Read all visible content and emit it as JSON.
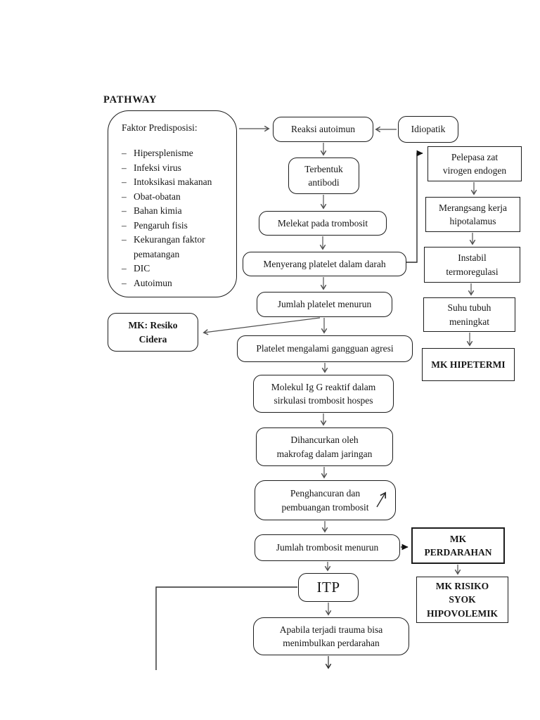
{
  "page": {
    "title": "PATHWAY"
  },
  "predisposition": {
    "title": "Faktor Predisposisi:",
    "items": [
      "Hipersplenisme",
      "Infeksi virus",
      "Intoksikasi makanan",
      "Obat-obatan",
      "Bahan kimia",
      "Pengaruh fisis",
      "Kekurangan faktor pematangan",
      "DIC",
      "Autoimun"
    ]
  },
  "nodes": {
    "reaksi_autoimun": {
      "label": "Reaksi autoimun"
    },
    "idiopatik": {
      "label": "Idiopatik"
    },
    "terbentuk_antibodi": {
      "lines": [
        "Terbentuk",
        "antibodi"
      ]
    },
    "melekat_trombosit": {
      "label": "Melekat pada trombosit"
    },
    "menyerang_platelet": {
      "label": "Menyerang platelet dalam darah"
    },
    "jumlah_platelet_menurun": {
      "label": "Jumlah platelet menurun"
    },
    "mk_resiko_cidera": {
      "lines": [
        "MK: Resiko",
        "Cidera"
      ]
    },
    "platelet_gangguan_agresi": {
      "label": "Platelet mengalami gangguan agresi"
    },
    "molekul_igg": {
      "lines": [
        "Molekul Ig G reaktif dalam",
        "sirkulasi trombosit hospes"
      ]
    },
    "dihancurkan_makrofag": {
      "lines": [
        "Dihancurkan oleh",
        "makrofag dalam jaringan"
      ]
    },
    "penghancuran_pembuangan": {
      "lines": [
        "Penghancuran dan",
        "pembuangan trombosit"
      ]
    },
    "jumlah_trombosit_menurun": {
      "label": "Jumlah trombosit menurun"
    },
    "itp": {
      "label": "ITP"
    },
    "apabila_trauma": {
      "lines": [
        "Apabila terjadi trauma bisa",
        "menimbulkan perdarahan"
      ]
    },
    "pelepasa_zat": {
      "lines": [
        "Pelepasa zat",
        "virogen endogen"
      ]
    },
    "merangsang_hipotalamus": {
      "lines": [
        "Merangsang kerja",
        "hipotalamus"
      ]
    },
    "instabil_termoregulasi": {
      "lines": [
        "Instabil",
        "termoregulasi"
      ]
    },
    "suhu_tubuh": {
      "lines": [
        "Suhu tubuh",
        "meningkat"
      ]
    },
    "mk_hipetermi": {
      "label": "MK HIPETERMI"
    },
    "mk_perdarahan": {
      "lines": [
        "MK",
        "PERDARAHAN"
      ]
    },
    "mk_risiko_syok": {
      "lines": [
        "MK RISIKO",
        "SYOK",
        "HIPOVOLEMIK"
      ]
    }
  }
}
